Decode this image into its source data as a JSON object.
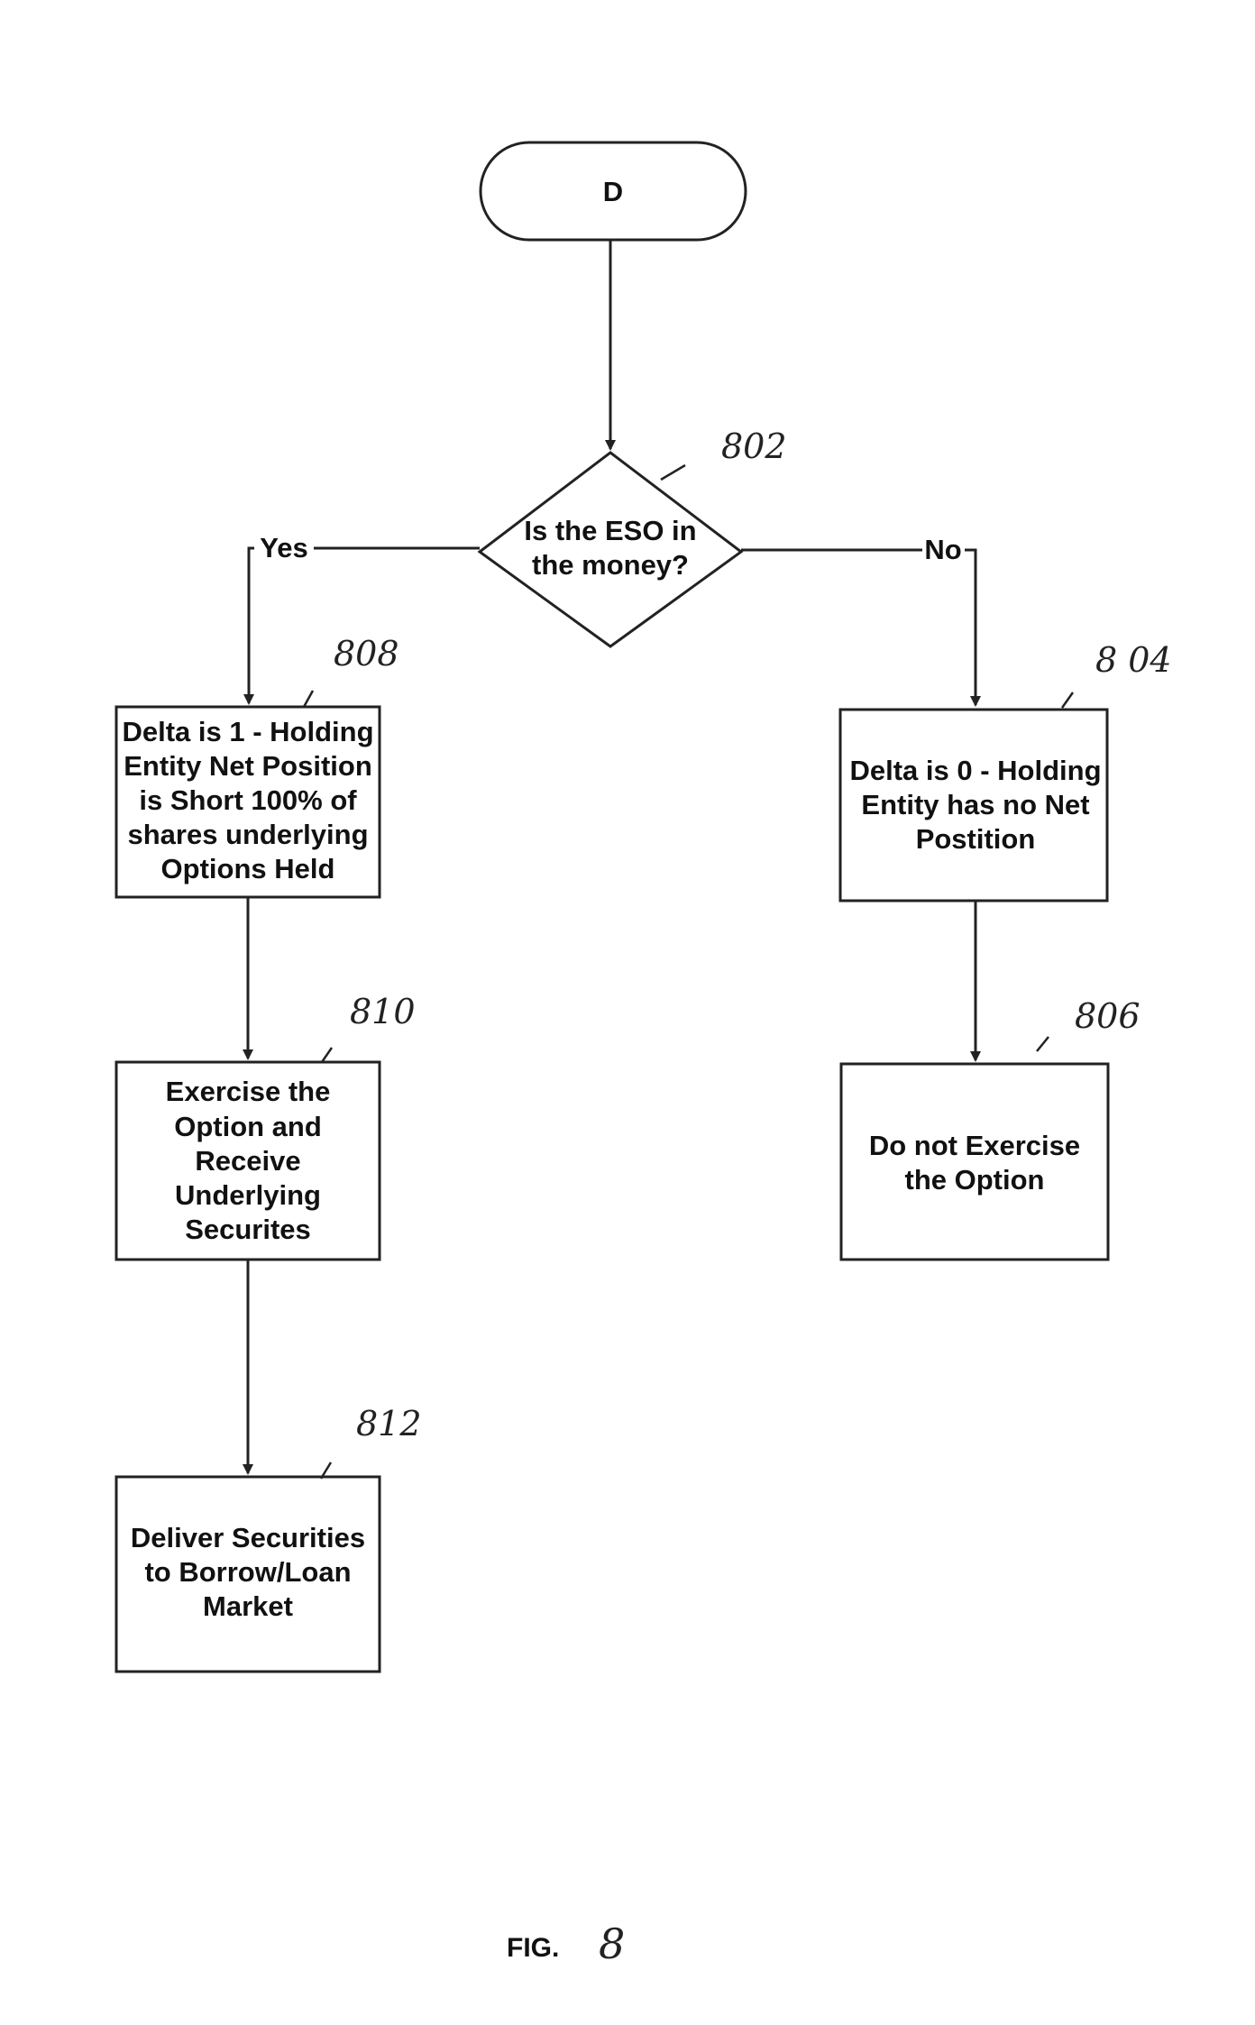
{
  "nodes": {
    "start": {
      "label": "D"
    },
    "decision": {
      "lines": [
        "Is the ESO in",
        "the money?"
      ],
      "ref": "802"
    },
    "yes_box": {
      "lines": [
        "Delta is 1 - Holding",
        "Entity Net Position",
        "is Short 100% of",
        "shares underlying",
        "Options Held"
      ],
      "ref": "808"
    },
    "no_box": {
      "lines": [
        "Delta is 0 - Holding",
        "Entity has no Net",
        "Postition"
      ],
      "ref": "8 04"
    },
    "exercise_box": {
      "lines": [
        "Exercise the",
        "Option and",
        "Receive",
        "Underlying",
        "Securites"
      ],
      "ref": "810"
    },
    "no_exercise_box": {
      "lines": [
        "Do not Exercise",
        "the Option"
      ],
      "ref": "806"
    },
    "deliver_box": {
      "lines": [
        "Deliver Securities",
        "to Borrow/Loan",
        "Market"
      ],
      "ref": "812"
    }
  },
  "edges": {
    "yes_label": "Yes",
    "no_label": "No"
  },
  "figure": {
    "prefix": "FIG.",
    "number": "8"
  }
}
